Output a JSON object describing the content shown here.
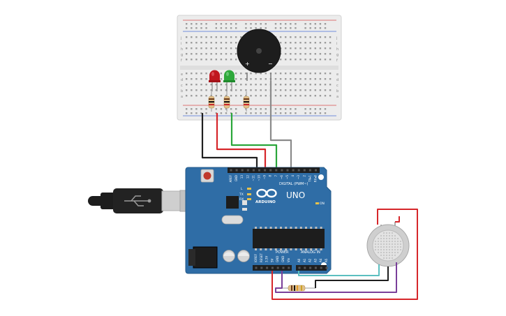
{
  "arduino": {
    "logo": "ARDUINO",
    "model": "UNO",
    "header_digital": "DIGITAL (PWM~)",
    "header_power": "POWER",
    "header_analog": "ANALOG IN",
    "on_led": "ON",
    "led_l": "L",
    "led_tx": "TX",
    "led_rx": "RX",
    "digital_pins": [
      "AREF",
      "GND",
      "13",
      "12",
      "~11",
      "~10",
      "~9",
      "8",
      "7",
      "~6",
      "~5",
      "4",
      "~3",
      "2",
      "TX▸1",
      "RX◂0"
    ],
    "power_pins": [
      "IOREF",
      "RESET",
      "3.3V",
      "5V",
      "GND",
      "GND",
      "Vin"
    ],
    "analog_pins": [
      "A0",
      "A1",
      "A2",
      "A3",
      "A4",
      "A5"
    ]
  },
  "buzzer": {
    "plus": "+",
    "minus": "−"
  },
  "breadboard": {
    "row_letters_top": [
      "j",
      "i",
      "h",
      "g",
      "f"
    ],
    "row_letters_bottom": [
      "e",
      "d",
      "c",
      "b",
      "a"
    ]
  },
  "colors": {
    "board": "#2f6da6",
    "breadboard": "#ececec",
    "wire_black": "#1f1f1f",
    "wire_red": "#d6262a",
    "wire_green": "#2aa63a",
    "wire_gray": "#8a8a8a",
    "wire_teal": "#5bbfc0",
    "wire_purple": "#7a3f9a",
    "led_red": "#c0171f",
    "led_green": "#2ea83b"
  }
}
